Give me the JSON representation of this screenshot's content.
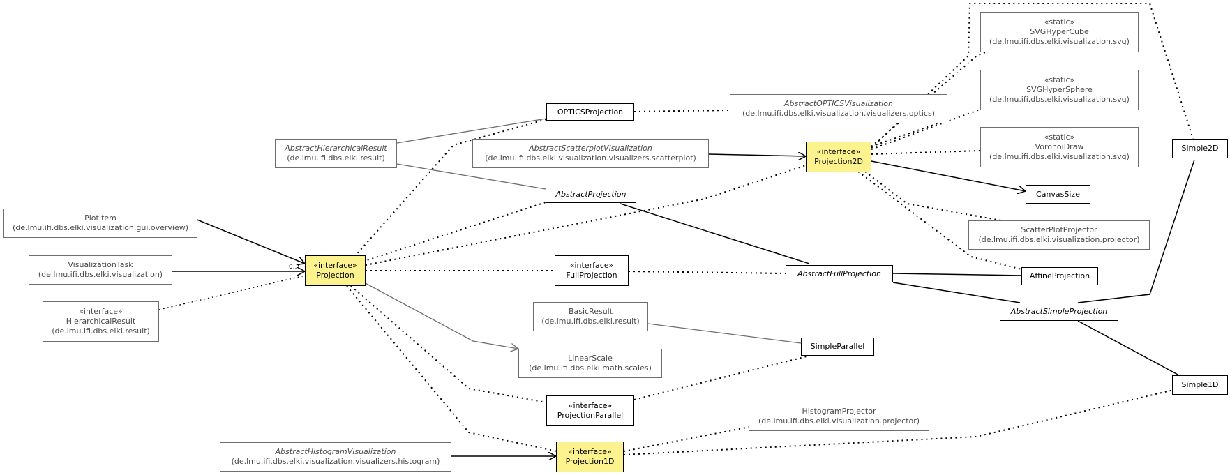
{
  "nodes": {
    "plotitem": {
      "name": "PlotItem",
      "pkg": "(de.lmu.ifi.dbs.elki.visualization.gui.overview)"
    },
    "visualizationtask": {
      "name": "VisualizationTask",
      "pkg": "(de.lmu.ifi.dbs.elki.visualization)"
    },
    "hierarchicalresult": {
      "stereotype": "«interface»",
      "name": "HierarchicalResult",
      "pkg": "(de.lmu.ifi.dbs.elki.result)"
    },
    "projection": {
      "stereotype": "«interface»",
      "name": "Projection"
    },
    "abstracthierarchicalresult": {
      "name": "AbstractHierarchicalResult",
      "pkg": "(de.lmu.ifi.dbs.elki.result)"
    },
    "abstracthistogramvisualization": {
      "name": "AbstractHistogramVisualization",
      "pkg": "(de.lmu.ifi.dbs.elki.visualization.visualizers.histogram)"
    },
    "opticsprojection": {
      "name": "OPTICSProjection"
    },
    "abstractscatterplotvisualization": {
      "name": "AbstractScatterplotVisualization",
      "pkg": "(de.lmu.ifi.dbs.elki.visualization.visualizers.scatterplot)"
    },
    "abstractprojection": {
      "name": "AbstractProjection"
    },
    "fullprojection": {
      "stereotype": "«interface»",
      "name": "FullProjection"
    },
    "basicresult": {
      "name": "BasicResult",
      "pkg": "(de.lmu.ifi.dbs.elki.result)"
    },
    "linearscale": {
      "name": "LinearScale",
      "pkg": "(de.lmu.ifi.dbs.elki.math.scales)"
    },
    "projectionparallel": {
      "stereotype": "«interface»",
      "name": "ProjectionParallel"
    },
    "projection1d": {
      "stereotype": "«interface»",
      "name": "Projection1D"
    },
    "abstractopticsvisualization": {
      "name": "AbstractOPTICSVisualization",
      "pkg": "(de.lmu.ifi.dbs.elki.visualization.visualizers.optics)"
    },
    "histogramprojector": {
      "name": "HistogramProjector",
      "pkg": "(de.lmu.ifi.dbs.elki.visualization.projector)"
    },
    "projection2d": {
      "stereotype": "«interface»",
      "name": "Projection2D"
    },
    "abstractfullprojection": {
      "name": "AbstractFullProjection"
    },
    "simpleparallel": {
      "name": "SimpleParallel"
    },
    "svghypercube": {
      "stereotype": "«static»",
      "name": "SVGHyperCube",
      "pkg": "(de.lmu.ifi.dbs.elki.visualization.svg)"
    },
    "svghypersphere": {
      "stereotype": "«static»",
      "name": "SVGHyperSphere",
      "pkg": "(de.lmu.ifi.dbs.elki.visualization.svg)"
    },
    "voronoidraw": {
      "stereotype": "«static»",
      "name": "VoronoiDraw",
      "pkg": "(de.lmu.ifi.dbs.elki.visualization.svg)"
    },
    "canvassize": {
      "name": "CanvasSize"
    },
    "scatterplotprojector": {
      "name": "ScatterPlotProjector",
      "pkg": "(de.lmu.ifi.dbs.elki.visualization.projector)"
    },
    "affineprojection": {
      "name": "AffineProjection"
    },
    "abstractsimpleprojection": {
      "name": "AbstractSimpleProjection"
    },
    "simple2d": {
      "name": "Simple2D"
    },
    "simple1d": {
      "name": "Simple1D"
    }
  },
  "multiplicity": "0..*",
  "colors": {
    "interface_fill": "#fdf38e",
    "line": "#000000",
    "external_line": "#6e6e6e"
  }
}
